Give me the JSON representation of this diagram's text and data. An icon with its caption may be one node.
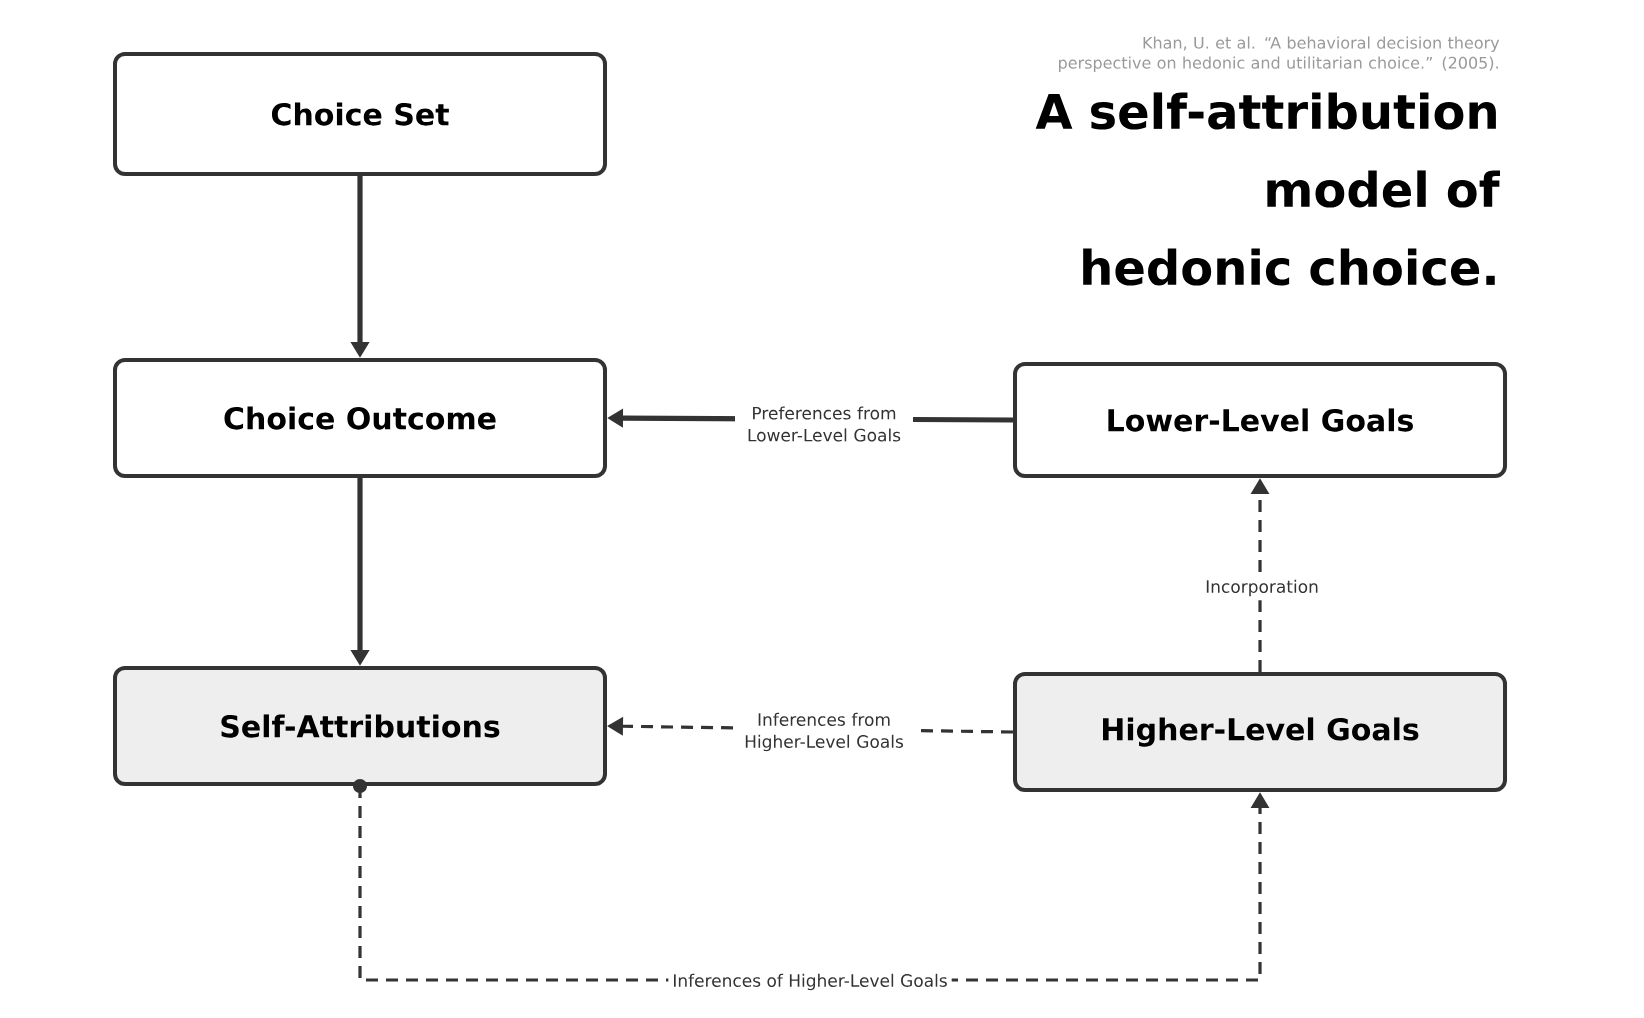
{
  "diagram": {
    "title": "A self-attribution model of hedonic choice.",
    "caption": "Khan, U. et al. “A behavioral decision theory perspective on hedonic and utilitarian choice.” (2005).",
    "nodes": [
      {
        "text": [
          "Choice Set"
        ]
      },
      {
        "text": [
          "Choice Outcome"
        ]
      },
      {
        "text": [
          "Lower-Level Goals"
        ]
      },
      {
        "text": [
          "Self-Attributions"
        ]
      },
      {
        "text": [
          "Higher-Level Goals"
        ]
      }
    ],
    "edges": [
      {
        "from": 0,
        "to": 1,
        "arrow": "to"
      },
      {
        "from": 1,
        "to": 3,
        "arrow": "to"
      },
      {
        "from": 2,
        "to": 1,
        "arrow": "to",
        "label": "Preferences from Lower-Level Goals"
      },
      {
        "from": 4,
        "to": 3,
        "arrow": "to",
        "label": "Inferences from Higher-Level Goals",
        "style": "dashed"
      },
      {
        "from": 4,
        "to": 2,
        "arrow": "to",
        "label": "Incorporation",
        "style": "dashed"
      },
      {
        "from": 3,
        "to": 4,
        "arrow": "to",
        "label": "Inferences of Higher-Level Goals",
        "style": "dashed"
      }
    ]
  }
}
